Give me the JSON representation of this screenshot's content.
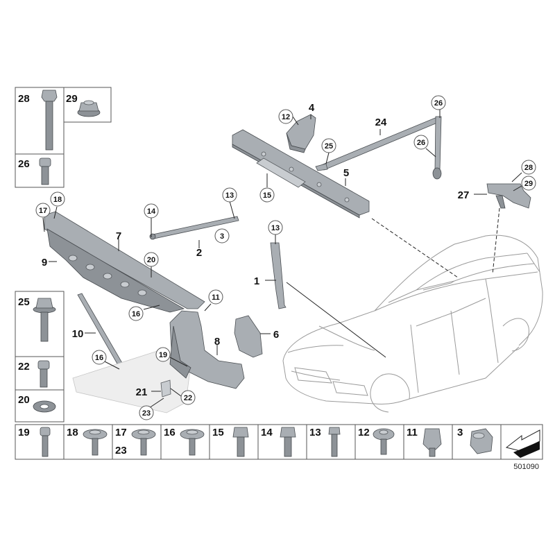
{
  "diagram_number": "501090",
  "callouts": {
    "c1": "1",
    "c2": "2",
    "c3": "3",
    "c4": "4",
    "c5": "5",
    "c6": "6",
    "c7": "7",
    "c8": "8",
    "c9": "9",
    "c10": "10",
    "c11": "11",
    "c12": "12",
    "c13a": "13",
    "c13b": "13",
    "c14": "14",
    "c15": "15",
    "c16a": "16",
    "c16b": "16",
    "c17": "17",
    "c18": "18",
    "c19": "19",
    "c20": "20",
    "c21": "21",
    "c22": "22",
    "c23": "23",
    "c24": "24",
    "c25": "25",
    "c26a": "26",
    "c26b": "26",
    "c27": "27",
    "c28": "28",
    "c29": "29"
  },
  "legend_left": [
    "28",
    "29",
    "26",
    "25",
    "22",
    "20"
  ],
  "legend_bottom": [
    "19",
    "18",
    "17",
    "23",
    "16",
    "15",
    "14",
    "13",
    "12",
    "11",
    "3"
  ],
  "colors": {
    "line": "#222222",
    "part_fill": "#a9aeb3",
    "car_outline": "#9a9a9a"
  }
}
